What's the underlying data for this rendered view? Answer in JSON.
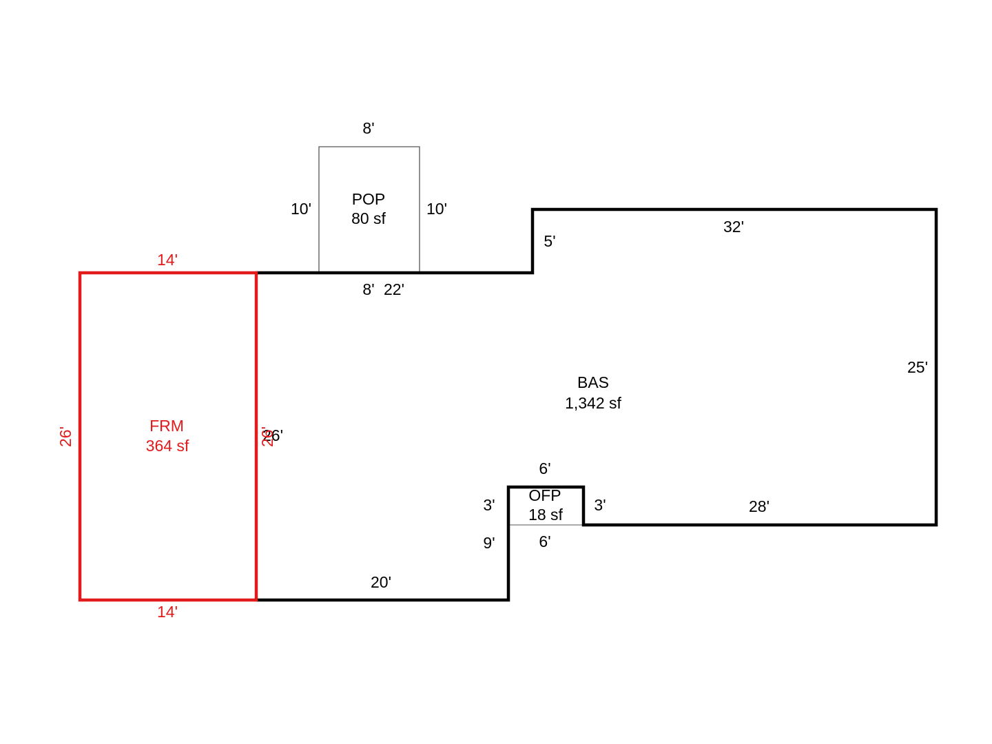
{
  "colors": {
    "main": "#000000",
    "frm": "#e11b1b",
    "thin": "#555555"
  },
  "areas": {
    "pop": {
      "code": "POP",
      "area": "80 sf"
    },
    "bas": {
      "code": "BAS",
      "area": "1,342 sf"
    },
    "frm": {
      "code": "FRM",
      "area": "364 sf"
    },
    "ofp": {
      "code": "OFP",
      "area": "18 sf"
    }
  },
  "dimensions": {
    "pop_top": "8'",
    "pop_left": "10'",
    "pop_right": "10'",
    "bas_step_top": "5'",
    "bas_top": "32'",
    "bas_top_left_a": "8'",
    "bas_top_left_b": "22'",
    "bas_right": "25'",
    "bas_left": "26'",
    "bas_bottom_left": "20'",
    "bas_step_bottom": "9'",
    "bas_bottom_right": "28'",
    "frm_top": "14'",
    "frm_bottom": "14'",
    "frm_left": "26'",
    "frm_right": "26'",
    "ofp_top": "6'",
    "ofp_bottom": "6'",
    "ofp_left": "3'",
    "ofp_right": "3'"
  }
}
